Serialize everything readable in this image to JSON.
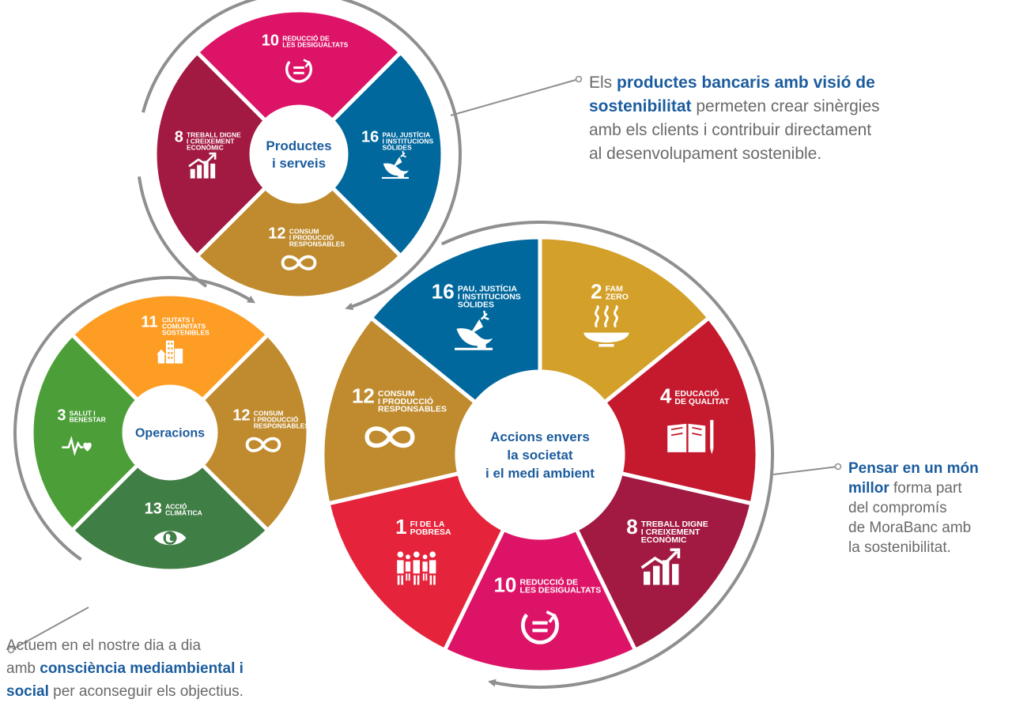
{
  "colors": {
    "sdg1": "#e5243b",
    "sdg2": "#d3a029",
    "sdg3": "#4c9f38",
    "sdg4": "#c5192d",
    "sdg8": "#a21942",
    "sdg10": "#dd1367",
    "sdg11": "#fd9d24",
    "sdg12": "#bf8b2e",
    "sdg13": "#3f7e44",
    "sdg16": "#00689d",
    "ring": "#8f8f8f",
    "center_text": "#1b5c9e"
  },
  "wheels": [
    {
      "name": "productes",
      "center_label_lines": [
        "Productes",
        "i serveis"
      ],
      "segments": [
        {
          "number": "10",
          "title_lines": [
            "REDUCCIÓ DE",
            "LES DESIGUALTATS"
          ],
          "color_key": "sdg10",
          "icon": "equality-icon"
        },
        {
          "number": "16",
          "title_lines": [
            "PAU, JUSTÍCIA",
            "I INSTITUCIONS",
            "SÒLIDES"
          ],
          "color_key": "sdg16",
          "icon": "dove-gavel-icon"
        },
        {
          "number": "12",
          "title_lines": [
            "CONSUM",
            "I PRODUCCIÓ",
            "RESPONSABLES"
          ],
          "color_key": "sdg12",
          "icon": "infinity-icon"
        },
        {
          "number": "8",
          "title_lines": [
            "TREBALL DIGNE",
            "I CREIXEMENT",
            "ECONÒMIC"
          ],
          "color_key": "sdg8",
          "icon": "growth-chart-icon"
        }
      ]
    },
    {
      "name": "operacions",
      "center_label_lines": [
        "Operacions"
      ],
      "segments": [
        {
          "number": "11",
          "title_lines": [
            "CIUTATS I",
            "COMUNITATS",
            "SOSTENIBLES"
          ],
          "color_key": "sdg11",
          "icon": "city-buildings-icon"
        },
        {
          "number": "12",
          "title_lines": [
            "CONSUM",
            "I PRODUCCIÓ",
            "RESPONSABLES"
          ],
          "color_key": "sdg12",
          "icon": "infinity-icon"
        },
        {
          "number": "13",
          "title_lines": [
            "ACCIÓ",
            "CLIMÀTICA"
          ],
          "color_key": "sdg13",
          "icon": "earth-eye-icon"
        },
        {
          "number": "3",
          "title_lines": [
            "SALUT I",
            "BENESTAR"
          ],
          "color_key": "sdg3",
          "icon": "heartbeat-icon"
        }
      ]
    },
    {
      "name": "accions",
      "center_label_lines": [
        "Accions envers",
        "la societat",
        "i el medi ambient"
      ],
      "segments": [
        {
          "number": "2",
          "title_lines": [
            "FAM",
            "ZERO"
          ],
          "color_key": "sdg2",
          "icon": "soup-bowl-icon"
        },
        {
          "number": "4",
          "title_lines": [
            "EDUCACIÓ",
            "DE QUALITAT"
          ],
          "color_key": "sdg4",
          "icon": "book-pencil-icon"
        },
        {
          "number": "8",
          "title_lines": [
            "TREBALL DIGNE",
            "I CREIXEMENT",
            "ECONÒMIC"
          ],
          "color_key": "sdg8",
          "icon": "growth-chart-icon"
        },
        {
          "number": "10",
          "title_lines": [
            "REDUCCIÓ DE",
            "LES DESIGUALTATS"
          ],
          "color_key": "sdg10",
          "icon": "equality-icon"
        },
        {
          "number": "1",
          "title_lines": [
            "FI DE LA",
            "POBRESA"
          ],
          "color_key": "sdg1",
          "icon": "family-icon"
        },
        {
          "number": "12",
          "title_lines": [
            "CONSUM",
            "I PRODUCCIÓ",
            "RESPONSABLES"
          ],
          "color_key": "sdg12",
          "icon": "infinity-icon"
        },
        {
          "number": "16",
          "title_lines": [
            "PAU, JUSTÍCIA",
            "I INSTITUCIONS",
            "SÒLIDES"
          ],
          "color_key": "sdg16",
          "icon": "dove-gavel-icon"
        }
      ]
    }
  ],
  "callouts": {
    "productes": {
      "p1": "Els ",
      "b1": "productes bancaris amb visió de",
      "b2": "sostenibilitat",
      "p2": " permeten crear sinèrgies",
      "l3": "amb els clients i contribuir directament",
      "l4": "al desenvolupament sostenible."
    },
    "accions": {
      "b1": "Pensar en un món",
      "b2": "millor",
      "p1": " forma part",
      "l3": "del compromís",
      "l4": "de MoraBanc amb",
      "l5": "la sostenibilitat."
    },
    "operacions": {
      "l1": "Actuem en el nostre dia a dia",
      "p1": "amb ",
      "b1": "consciència mediambiental i",
      "b2": "social",
      "p2": " per aconseguir els objectius."
    }
  }
}
